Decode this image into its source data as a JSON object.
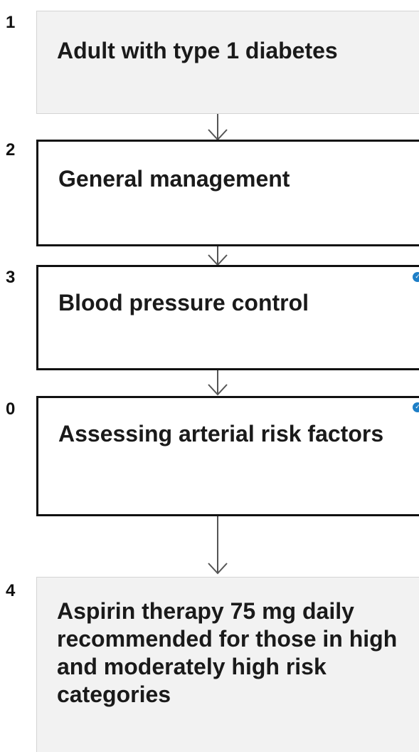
{
  "steps": [
    {
      "number": "1",
      "label": "Adult with type 1 diabetes"
    },
    {
      "number": "2",
      "label": "General management"
    },
    {
      "number": "3",
      "label": "Blood pressure control"
    },
    {
      "number": "0",
      "label": "Assessing arterial risk factors"
    },
    {
      "number": "4",
      "label": "Aspirin therapy 75 mg daily recommended for those in high and moderately high risk categories"
    }
  ],
  "colors": {
    "grey_box_fill": "#f2f2f2",
    "white_box_border": "#111111",
    "arrow": "#555555",
    "badge": "#1e7fc7"
  },
  "icons": [
    "arrow-down-icon",
    "info-badge-icon"
  ]
}
